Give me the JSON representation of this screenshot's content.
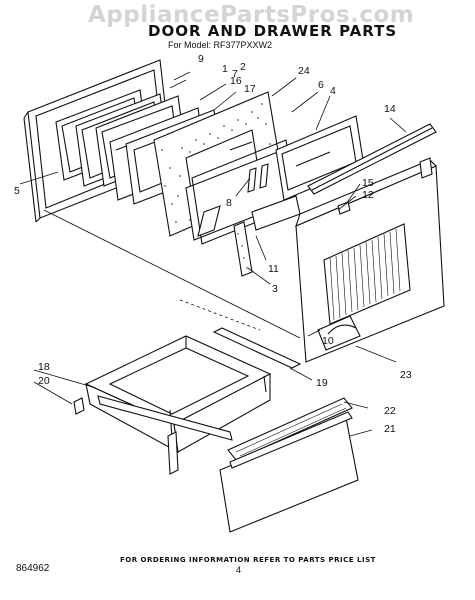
{
  "watermark": "AppliancePartsPros.com",
  "title": "DOOR AND DRAWER PARTS",
  "model": "For Model: RF377PXXW2",
  "footer": "FOR ORDERING INFORMATION REFER TO PARTS PRICE LIST",
  "doc_number": "864962",
  "page_number": "4",
  "callouts": {
    "c1": "1",
    "c2": "2",
    "c3": "3",
    "c4": "4",
    "c5": "5",
    "c6": "6",
    "c7": "7",
    "c8": "8",
    "c9": "9",
    "c10": "10",
    "c11": "11",
    "c12": "12",
    "c14": "14",
    "c15": "15",
    "c16": "16",
    "c17": "17",
    "c18": "18",
    "c19": "19",
    "c20": "20",
    "c21": "21",
    "c22": "22",
    "c23": "23",
    "c24": "24"
  }
}
